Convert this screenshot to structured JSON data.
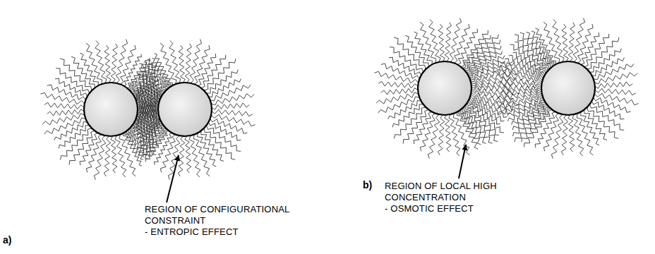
{
  "diagram": {
    "labels": [
      "REGION OF CONFIGURATIONAL CONSTRAINT",
      "- ENTROPIC EFFECT",
      "a)",
      "b)",
      "REGION OF LOCAL HIGH CONCENTRATION",
      "- OSMOTIC EFFECT"
    ]
  }
}
